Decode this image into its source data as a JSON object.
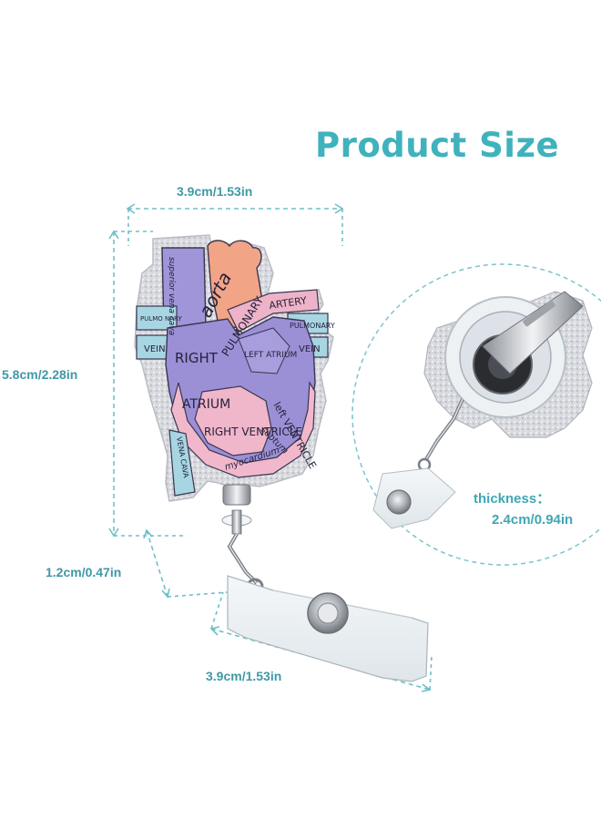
{
  "title": "Product Size",
  "dimensions": {
    "badge_width": "3.9cm/1.53in",
    "badge_height": "5.8cm/2.28in",
    "connector_length": "1.2cm/0.47in",
    "clip_width": "3.9cm/1.53in"
  },
  "thickness": {
    "label": "thickness：",
    "value": "2.4cm/0.94in"
  },
  "heart_labels": {
    "aorta": "aorta",
    "pulmonary_artery": "PULMONARY",
    "artery": "ARTERY",
    "superior_vena_cava": "superior vena cava",
    "pulmonary_vein_left": "PULMO NARY",
    "vein_left": "VEIN",
    "pulmonary_vein_right": "PULMONARY",
    "vein_right": "VEIN",
    "right": "RIGHT",
    "atrium_right": "ATRIUM",
    "left_atrium": "LEFT ATRIUM",
    "right_ventricle": "RIGHT VENTRICLE",
    "left_ventricle": "left VENTRICLE",
    "septum": "septum",
    "myocardium": "myocardium",
    "inferior_vena_cava": "VENA CAVA"
  },
  "colors": {
    "accent": "#3fb2bd",
    "label": "#3f98a6",
    "heart_purple": "#9d8fd6",
    "heart_pink": "#eeb2c7",
    "heart_orange": "#f0a487",
    "heart_blue": "#a8d9e4",
    "glitter": "#cfd2d8"
  }
}
